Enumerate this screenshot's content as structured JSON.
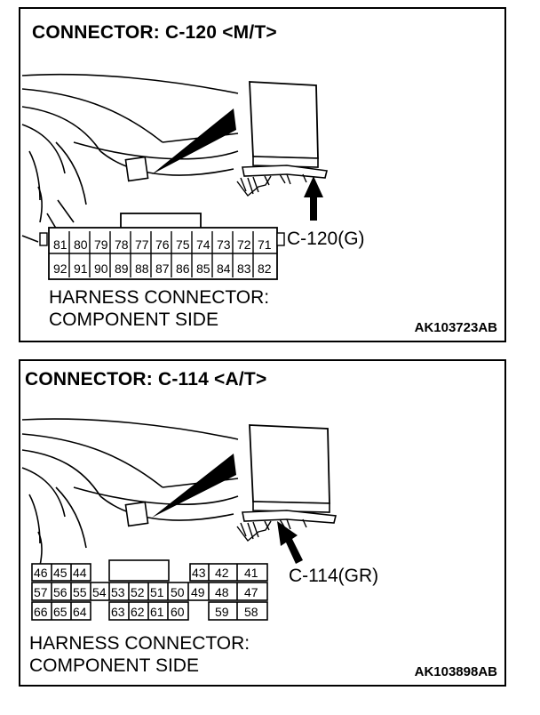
{
  "panels": [
    {
      "title": "CONNECTOR: C-120 <M/T>",
      "callout": "C-120(G)",
      "harness_line1": "HARNESS CONNECTOR:",
      "harness_line2": "COMPONENT SIDE",
      "code": "AK103723AB",
      "pins_top": [
        "81",
        "80",
        "79",
        "78",
        "77",
        "76",
        "75",
        "74",
        "73",
        "72",
        "71"
      ],
      "pins_bottom": [
        "92",
        "91",
        "90",
        "89",
        "88",
        "87",
        "86",
        "85",
        "84",
        "83",
        "82"
      ]
    },
    {
      "title": "CONNECTOR: C-114 <A/T>",
      "callout": "C-114(GR)",
      "harness_line1": "HARNESS CONNECTOR:",
      "harness_line2": "COMPONENT SIDE",
      "code": "AK103898AB",
      "pins_row1_left": [
        "46",
        "45",
        "44"
      ],
      "pins_row1_right": [
        "43",
        "42",
        "41"
      ],
      "pins_row2": [
        "57",
        "56",
        "55",
        "54",
        "53",
        "52",
        "51",
        "50",
        "49",
        "48",
        "47"
      ],
      "pins_row3_left": [
        "66",
        "65",
        "64"
      ],
      "pins_row3_mid": [
        "63",
        "62",
        "61",
        "60"
      ],
      "pins_row3_right": [
        "59",
        "58"
      ]
    }
  ]
}
